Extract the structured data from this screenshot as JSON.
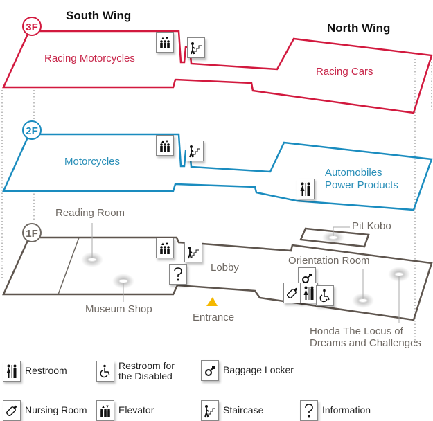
{
  "wings": {
    "south": "South Wing",
    "north": "North Wing"
  },
  "floors": [
    {
      "id": "3F",
      "label": "3F",
      "color": "#d2193e",
      "rooms": [
        "Racing Motorcycles",
        "Racing Cars"
      ]
    },
    {
      "id": "2F",
      "label": "2F",
      "color": "#1a8cbf",
      "rooms": [
        "Motorcycles",
        "Automobiles",
        "Power Products"
      ]
    },
    {
      "id": "1F",
      "label": "1F",
      "color": "#5e554e",
      "rooms": [
        "Reading Room",
        "Museum Shop",
        "Lobby",
        "Entrance",
        "Pit Kobo",
        "Orientation Room",
        "Honda The Locus of",
        "Dreams and Challenges"
      ]
    }
  ],
  "colors": {
    "floor3": "#d2193e",
    "floor2": "#1a8cbf",
    "floor1": "#5e554e",
    "entrance_marker": "#f5b800"
  },
  "floor_icons": {
    "3F": [
      "elevator-icon",
      "staircase-icon"
    ],
    "2F": [
      "elevator-icon",
      "staircase-icon",
      "restroom-icon"
    ],
    "1F": [
      "elevator-icon",
      "staircase-icon",
      "information-icon",
      "baggage-locker-icon",
      "nursing-room-icon",
      "restroom-icon",
      "restroom-disabled-icon"
    ]
  },
  "legend": [
    {
      "icon": "restroom-icon",
      "label": "Restroom"
    },
    {
      "icon": "restroom-disabled-icon",
      "label_line1": "Restroom for",
      "label_line2": "the Disabled"
    },
    {
      "icon": "baggage-locker-icon",
      "label": "Baggage Locker"
    },
    {
      "icon": "nursing-room-icon",
      "label": "Nursing Room"
    },
    {
      "icon": "elevator-icon",
      "label": "Elevator"
    },
    {
      "icon": "staircase-icon",
      "label": "Staircase"
    },
    {
      "icon": "information-icon",
      "label": "Information"
    }
  ]
}
